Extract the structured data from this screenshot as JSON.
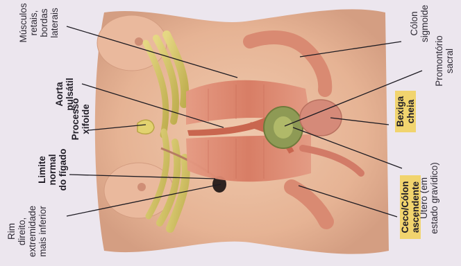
{
  "labels": {
    "rim": [
      "Rim",
      "direito,",
      "extremidade",
      "mais inferior"
    ],
    "figado": [
      "Limite",
      "normal",
      "do fígado"
    ],
    "xifoide": [
      "Processo",
      "xifoide"
    ],
    "aorta": [
      "Aorta",
      "pulsátil"
    ],
    "musculos": [
      "Músculos",
      "retais,",
      "bordas",
      "laterais"
    ],
    "ceco": [
      "Ceco/Cólon",
      "ascendente"
    ],
    "utero": [
      "Útero (em",
      "estado gravídico)"
    ],
    "bexiga": [
      "Bexiga",
      "cheia"
    ],
    "promontorio": [
      "Promontório",
      "sacral"
    ],
    "colon": [
      "Cólon",
      "sigmoide"
    ]
  },
  "colors": {
    "background": "#ece6ee",
    "skin": "#e9b99b",
    "muscle": "#d9826c",
    "ribs": "#d8c56a",
    "highlight": "#f1d46e",
    "leader": "#1d1b22"
  }
}
